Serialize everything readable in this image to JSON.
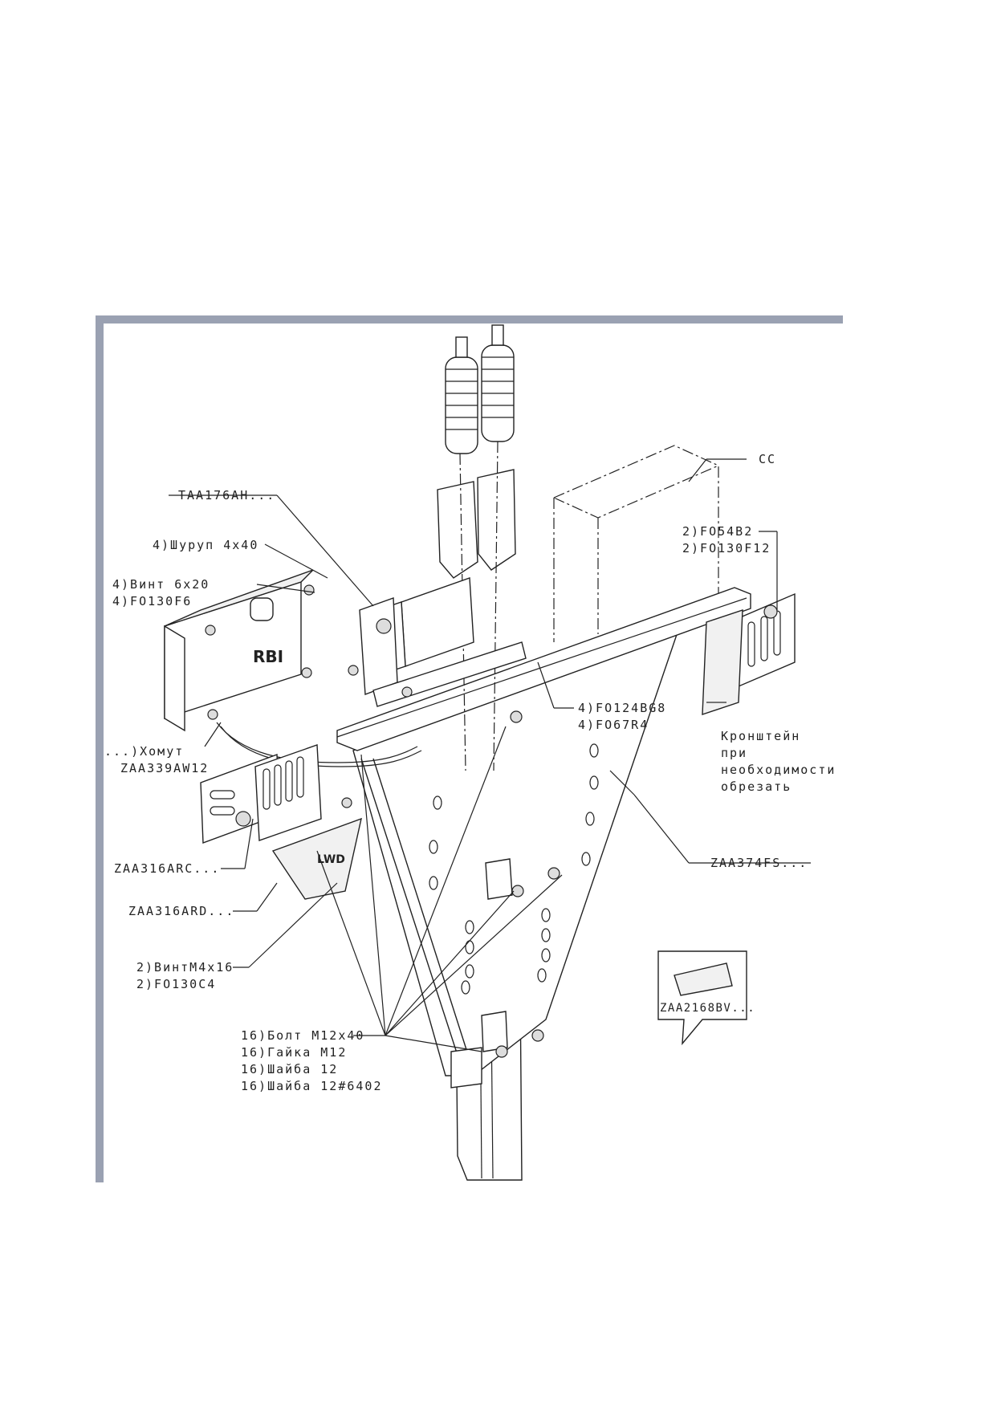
{
  "labels": {
    "cc": "CC",
    "taa176ah": "TAA176AH...",
    "shurup": "4)Шуруп 4x40",
    "vint_6x20": "4)Винт 6x20",
    "fo130f6": "4)FO130F6",
    "f054b2": "2)FO54B2",
    "fo130f12": "2)FO130F12",
    "fo124bg8": "4)FO124BG8",
    "fo67r4": "4)FO67R4",
    "homut": "...)Хомут",
    "zaa339aw12": "ZAA339AW12",
    "kronshtein": [
      "Кронштейн",
      "при",
      "необходимости",
      "обрезать"
    ],
    "zaa316arc": "ZAA316ARC...",
    "zaa374fs": "ZAA374FS...",
    "zaa316ard": "ZAA316ARD...",
    "vint_m4x16": "2)ВинтМ4х16",
    "fo130c4": "2)FO130C4",
    "zaa2168bv": "ZAA2168BV...",
    "bolt_m12x40": "16)Болт М12х40",
    "gaika_m12": "16)Гайка М12",
    "shaiba_12": "16)Шайба 12",
    "shaiba_12_6402": "16)Шайба 12#6402"
  },
  "device_marks": {
    "rbi": "RBI",
    "lwd": "LWD"
  },
  "colors": {
    "frame": "#9aa1b2",
    "ink": "#222222"
  }
}
